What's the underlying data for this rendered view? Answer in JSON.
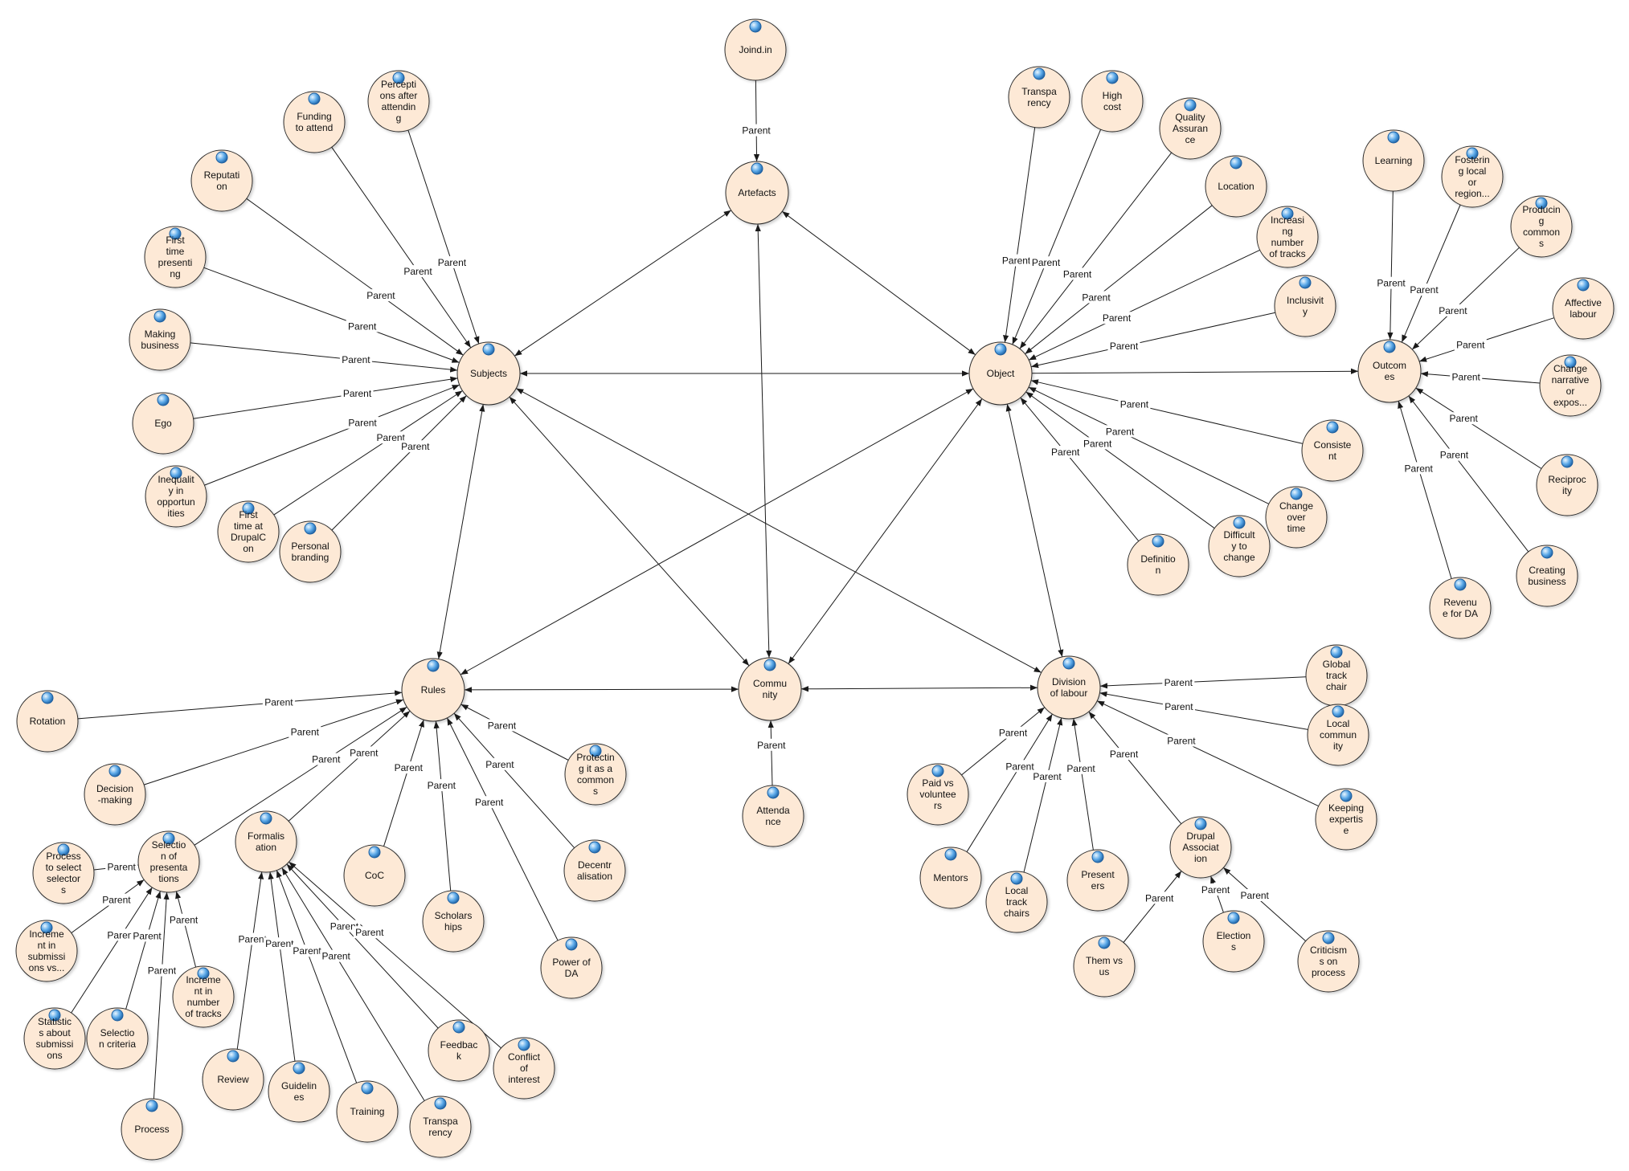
{
  "edge_label": "Parent",
  "colors": {
    "node_fill": "#fde9d6",
    "node_stroke": "#2b2b2b",
    "edge": "#1a1a1a",
    "dot_inner": "#cfeaff",
    "dot_outer": "#2a7bd0"
  },
  "nodes": [
    {
      "id": "subjects",
      "lines": [
        "Subjects"
      ],
      "main": true
    },
    {
      "id": "artefacts",
      "lines": [
        "Artefacts"
      ],
      "main": true
    },
    {
      "id": "object",
      "lines": [
        "Object"
      ],
      "main": true
    },
    {
      "id": "outcomes",
      "lines": [
        "Outcom",
        "es"
      ],
      "main": true
    },
    {
      "id": "rules",
      "lines": [
        "Rules"
      ],
      "main": true
    },
    {
      "id": "community",
      "lines": [
        "Commu",
        "nity"
      ],
      "main": true
    },
    {
      "id": "division",
      "lines": [
        "Division",
        "of labour"
      ],
      "main": true
    },
    {
      "id": "joindin",
      "lines": [
        "Joind.in"
      ]
    },
    {
      "id": "funding",
      "lines": [
        "Funding",
        "to attend"
      ]
    },
    {
      "id": "perceptions",
      "lines": [
        "Percepti",
        "ons after",
        "attendin",
        "g"
      ]
    },
    {
      "id": "reputation",
      "lines": [
        "Reputati",
        "on"
      ]
    },
    {
      "id": "firstpres",
      "lines": [
        "First",
        "time",
        "presenti",
        "ng"
      ]
    },
    {
      "id": "makingbiz",
      "lines": [
        "Making",
        "business"
      ]
    },
    {
      "id": "ego",
      "lines": [
        "Ego"
      ]
    },
    {
      "id": "inequality",
      "lines": [
        "Inequalit",
        "y in",
        "opportun",
        "ities"
      ]
    },
    {
      "id": "firstdrupal",
      "lines": [
        "First",
        "time at",
        "DrupalC",
        "on"
      ]
    },
    {
      "id": "personalbrand",
      "lines": [
        "Personal",
        "branding"
      ]
    },
    {
      "id": "transparency1",
      "lines": [
        "Transpa",
        "rency"
      ]
    },
    {
      "id": "highcost",
      "lines": [
        "High",
        "cost"
      ]
    },
    {
      "id": "qa",
      "lines": [
        "Quality",
        "Assuran",
        "ce"
      ]
    },
    {
      "id": "location",
      "lines": [
        "Location"
      ]
    },
    {
      "id": "incnumtracks",
      "lines": [
        "Increasi",
        "ng",
        "number",
        "of tracks"
      ]
    },
    {
      "id": "inclusivity",
      "lines": [
        "Inclusivit",
        "y"
      ]
    },
    {
      "id": "consistent",
      "lines": [
        "Consiste",
        "nt"
      ]
    },
    {
      "id": "changeover",
      "lines": [
        "Change",
        "over",
        "time"
      ]
    },
    {
      "id": "difficulty",
      "lines": [
        "Difficult",
        "y to",
        "change"
      ]
    },
    {
      "id": "definition",
      "lines": [
        "Definitio",
        "n"
      ]
    },
    {
      "id": "learning",
      "lines": [
        "Learning"
      ]
    },
    {
      "id": "fostering",
      "lines": [
        "Fosterin",
        "g local",
        "or",
        "region..."
      ]
    },
    {
      "id": "producing",
      "lines": [
        "Producin",
        "g",
        "common",
        "s"
      ]
    },
    {
      "id": "affective",
      "lines": [
        "Affective",
        "labour"
      ]
    },
    {
      "id": "changenarr",
      "lines": [
        "Change",
        "narrative",
        "or",
        "expos..."
      ]
    },
    {
      "id": "reciprocity",
      "lines": [
        "Reciproc",
        "ity"
      ]
    },
    {
      "id": "creatingbiz",
      "lines": [
        "Creating",
        "business"
      ]
    },
    {
      "id": "revenue",
      "lines": [
        "Revenu",
        "e for DA"
      ]
    },
    {
      "id": "rotation",
      "lines": [
        "Rotation"
      ]
    },
    {
      "id": "decision",
      "lines": [
        "Decision",
        "-making"
      ]
    },
    {
      "id": "selection",
      "lines": [
        "Selectio",
        "n of",
        "presenta",
        "tions"
      ]
    },
    {
      "id": "formalisation",
      "lines": [
        "Formalis",
        "ation"
      ]
    },
    {
      "id": "coc",
      "lines": [
        "CoC"
      ]
    },
    {
      "id": "scholarships",
      "lines": [
        "Scholars",
        "hips"
      ]
    },
    {
      "id": "powerda",
      "lines": [
        "Power of",
        "DA"
      ]
    },
    {
      "id": "decentral",
      "lines": [
        "Decentr",
        "alisation"
      ]
    },
    {
      "id": "protecting",
      "lines": [
        "Protectin",
        "g it as a",
        "common",
        "s"
      ]
    },
    {
      "id": "processsel",
      "lines": [
        "Process",
        "to select",
        "selector",
        "s"
      ]
    },
    {
      "id": "incsubs",
      "lines": [
        "Increme",
        "nt in",
        "submissi",
        "ons vs..."
      ]
    },
    {
      "id": "statssubs",
      "lines": [
        "Statistic",
        "s about",
        "submissi",
        "ons"
      ]
    },
    {
      "id": "selcriteria",
      "lines": [
        "Selectio",
        "n criteria"
      ]
    },
    {
      "id": "incnumtracks2",
      "lines": [
        "Increme",
        "nt in",
        "number",
        "of tracks"
      ]
    },
    {
      "id": "process",
      "lines": [
        "Process"
      ]
    },
    {
      "id": "review",
      "lines": [
        "Review"
      ]
    },
    {
      "id": "guidelines",
      "lines": [
        "Guidelin",
        "es"
      ]
    },
    {
      "id": "training",
      "lines": [
        "Training"
      ]
    },
    {
      "id": "transparency2",
      "lines": [
        "Transpa",
        "rency"
      ]
    },
    {
      "id": "feedback",
      "lines": [
        "Feedbac",
        "k"
      ]
    },
    {
      "id": "conflict",
      "lines": [
        "Conflict",
        "of",
        "interest"
      ]
    },
    {
      "id": "attendance",
      "lines": [
        "Attenda",
        "nce"
      ]
    },
    {
      "id": "paidvol",
      "lines": [
        "Paid vs",
        "voluntee",
        "rs"
      ]
    },
    {
      "id": "mentors",
      "lines": [
        "Mentors"
      ]
    },
    {
      "id": "localtrack",
      "lines": [
        "Local",
        "track",
        "chairs"
      ]
    },
    {
      "id": "presenters",
      "lines": [
        "Present",
        "ers"
      ]
    },
    {
      "id": "drupalassoc",
      "lines": [
        "Drupal",
        "Associat",
        "ion"
      ]
    },
    {
      "id": "globaltrack",
      "lines": [
        "Global",
        "track",
        "chair"
      ]
    },
    {
      "id": "localcomm",
      "lines": [
        "Local",
        "commun",
        "ity"
      ]
    },
    {
      "id": "keepingexp",
      "lines": [
        "Keeping",
        "expertis",
        "e"
      ]
    },
    {
      "id": "themvsus",
      "lines": [
        "Them vs",
        "us"
      ]
    },
    {
      "id": "elections",
      "lines": [
        "Election",
        "s"
      ]
    },
    {
      "id": "criticism",
      "lines": [
        "Criticism",
        "s on",
        "process"
      ]
    }
  ],
  "edges": [
    {
      "from": "subjects",
      "to": "artefacts",
      "both": true,
      "label": false
    },
    {
      "from": "subjects",
      "to": "object",
      "both": true,
      "label": false
    },
    {
      "from": "subjects",
      "to": "rules",
      "both": true,
      "label": false
    },
    {
      "from": "subjects",
      "to": "community",
      "both": true,
      "label": false
    },
    {
      "from": "subjects",
      "to": "division",
      "both": true,
      "label": false
    },
    {
      "from": "artefacts",
      "to": "object",
      "both": true,
      "label": false
    },
    {
      "from": "artefacts",
      "to": "community",
      "both": true,
      "label": false
    },
    {
      "from": "object",
      "to": "rules",
      "both": true,
      "label": false
    },
    {
      "from": "object",
      "to": "community",
      "both": true,
      "label": false
    },
    {
      "from": "object",
      "to": "division",
      "both": true,
      "label": false
    },
    {
      "from": "object",
      "to": "outcomes",
      "both": false,
      "label": false
    },
    {
      "from": "rules",
      "to": "community",
      "both": true,
      "label": false
    },
    {
      "from": "community",
      "to": "division",
      "both": true,
      "label": false
    },
    {
      "from": "joindin",
      "to": "artefacts",
      "label": true
    },
    {
      "from": "funding",
      "to": "subjects",
      "label": true
    },
    {
      "from": "perceptions",
      "to": "subjects",
      "label": true
    },
    {
      "from": "reputation",
      "to": "subjects",
      "label": true
    },
    {
      "from": "firstpres",
      "to": "subjects",
      "label": true
    },
    {
      "from": "makingbiz",
      "to": "subjects",
      "label": true
    },
    {
      "from": "ego",
      "to": "subjects",
      "label": true
    },
    {
      "from": "inequality",
      "to": "subjects",
      "label": true
    },
    {
      "from": "firstdrupal",
      "to": "subjects",
      "label": true
    },
    {
      "from": "personalbrand",
      "to": "subjects",
      "label": true
    },
    {
      "from": "transparency1",
      "to": "object",
      "label": true
    },
    {
      "from": "highcost",
      "to": "object",
      "label": true
    },
    {
      "from": "qa",
      "to": "object",
      "label": true
    },
    {
      "from": "location",
      "to": "object",
      "label": true
    },
    {
      "from": "incnumtracks",
      "to": "object",
      "label": true
    },
    {
      "from": "inclusivity",
      "to": "object",
      "label": true
    },
    {
      "from": "consistent",
      "to": "object",
      "label": true
    },
    {
      "from": "changeover",
      "to": "object",
      "label": true
    },
    {
      "from": "difficulty",
      "to": "object",
      "label": true
    },
    {
      "from": "definition",
      "to": "object",
      "label": true
    },
    {
      "from": "learning",
      "to": "outcomes",
      "label": true
    },
    {
      "from": "fostering",
      "to": "outcomes",
      "label": true
    },
    {
      "from": "producing",
      "to": "outcomes",
      "label": true
    },
    {
      "from": "affective",
      "to": "outcomes",
      "label": true
    },
    {
      "from": "changenarr",
      "to": "outcomes",
      "label": true
    },
    {
      "from": "reciprocity",
      "to": "outcomes",
      "label": true
    },
    {
      "from": "creatingbiz",
      "to": "outcomes",
      "label": true
    },
    {
      "from": "revenue",
      "to": "outcomes",
      "label": true
    },
    {
      "from": "rotation",
      "to": "rules",
      "label": true
    },
    {
      "from": "decision",
      "to": "rules",
      "label": true
    },
    {
      "from": "selection",
      "to": "rules",
      "label": true
    },
    {
      "from": "formalisation",
      "to": "rules",
      "label": true
    },
    {
      "from": "coc",
      "to": "rules",
      "label": true
    },
    {
      "from": "scholarships",
      "to": "rules",
      "label": true
    },
    {
      "from": "powerda",
      "to": "rules",
      "label": true
    },
    {
      "from": "decentral",
      "to": "rules",
      "label": true
    },
    {
      "from": "protecting",
      "to": "rules",
      "label": true
    },
    {
      "from": "processsel",
      "to": "selection",
      "label": true
    },
    {
      "from": "incsubs",
      "to": "selection",
      "label": true
    },
    {
      "from": "statssubs",
      "to": "selection",
      "label": true
    },
    {
      "from": "selcriteria",
      "to": "selection",
      "label": true
    },
    {
      "from": "incnumtracks2",
      "to": "selection",
      "label": true
    },
    {
      "from": "process",
      "to": "selection",
      "label": true
    },
    {
      "from": "review",
      "to": "formalisation",
      "label": true
    },
    {
      "from": "guidelines",
      "to": "formalisation",
      "label": true
    },
    {
      "from": "training",
      "to": "formalisation",
      "label": true
    },
    {
      "from": "transparency2",
      "to": "formalisation",
      "label": true
    },
    {
      "from": "feedback",
      "to": "formalisation",
      "label": true
    },
    {
      "from": "conflict",
      "to": "formalisation",
      "label": true
    },
    {
      "from": "attendance",
      "to": "community",
      "label": true
    },
    {
      "from": "paidvol",
      "to": "division",
      "label": true
    },
    {
      "from": "mentors",
      "to": "division",
      "label": true
    },
    {
      "from": "localtrack",
      "to": "division",
      "label": true
    },
    {
      "from": "presenters",
      "to": "division",
      "label": true
    },
    {
      "from": "drupalassoc",
      "to": "division",
      "label": true
    },
    {
      "from": "globaltrack",
      "to": "division",
      "label": true
    },
    {
      "from": "localcomm",
      "to": "division",
      "label": true
    },
    {
      "from": "keepingexp",
      "to": "division",
      "label": true
    },
    {
      "from": "themvsus",
      "to": "drupalassoc",
      "label": true
    },
    {
      "from": "elections",
      "to": "drupalassoc",
      "label": true
    },
    {
      "from": "criticism",
      "to": "drupalassoc",
      "label": true
    }
  ]
}
